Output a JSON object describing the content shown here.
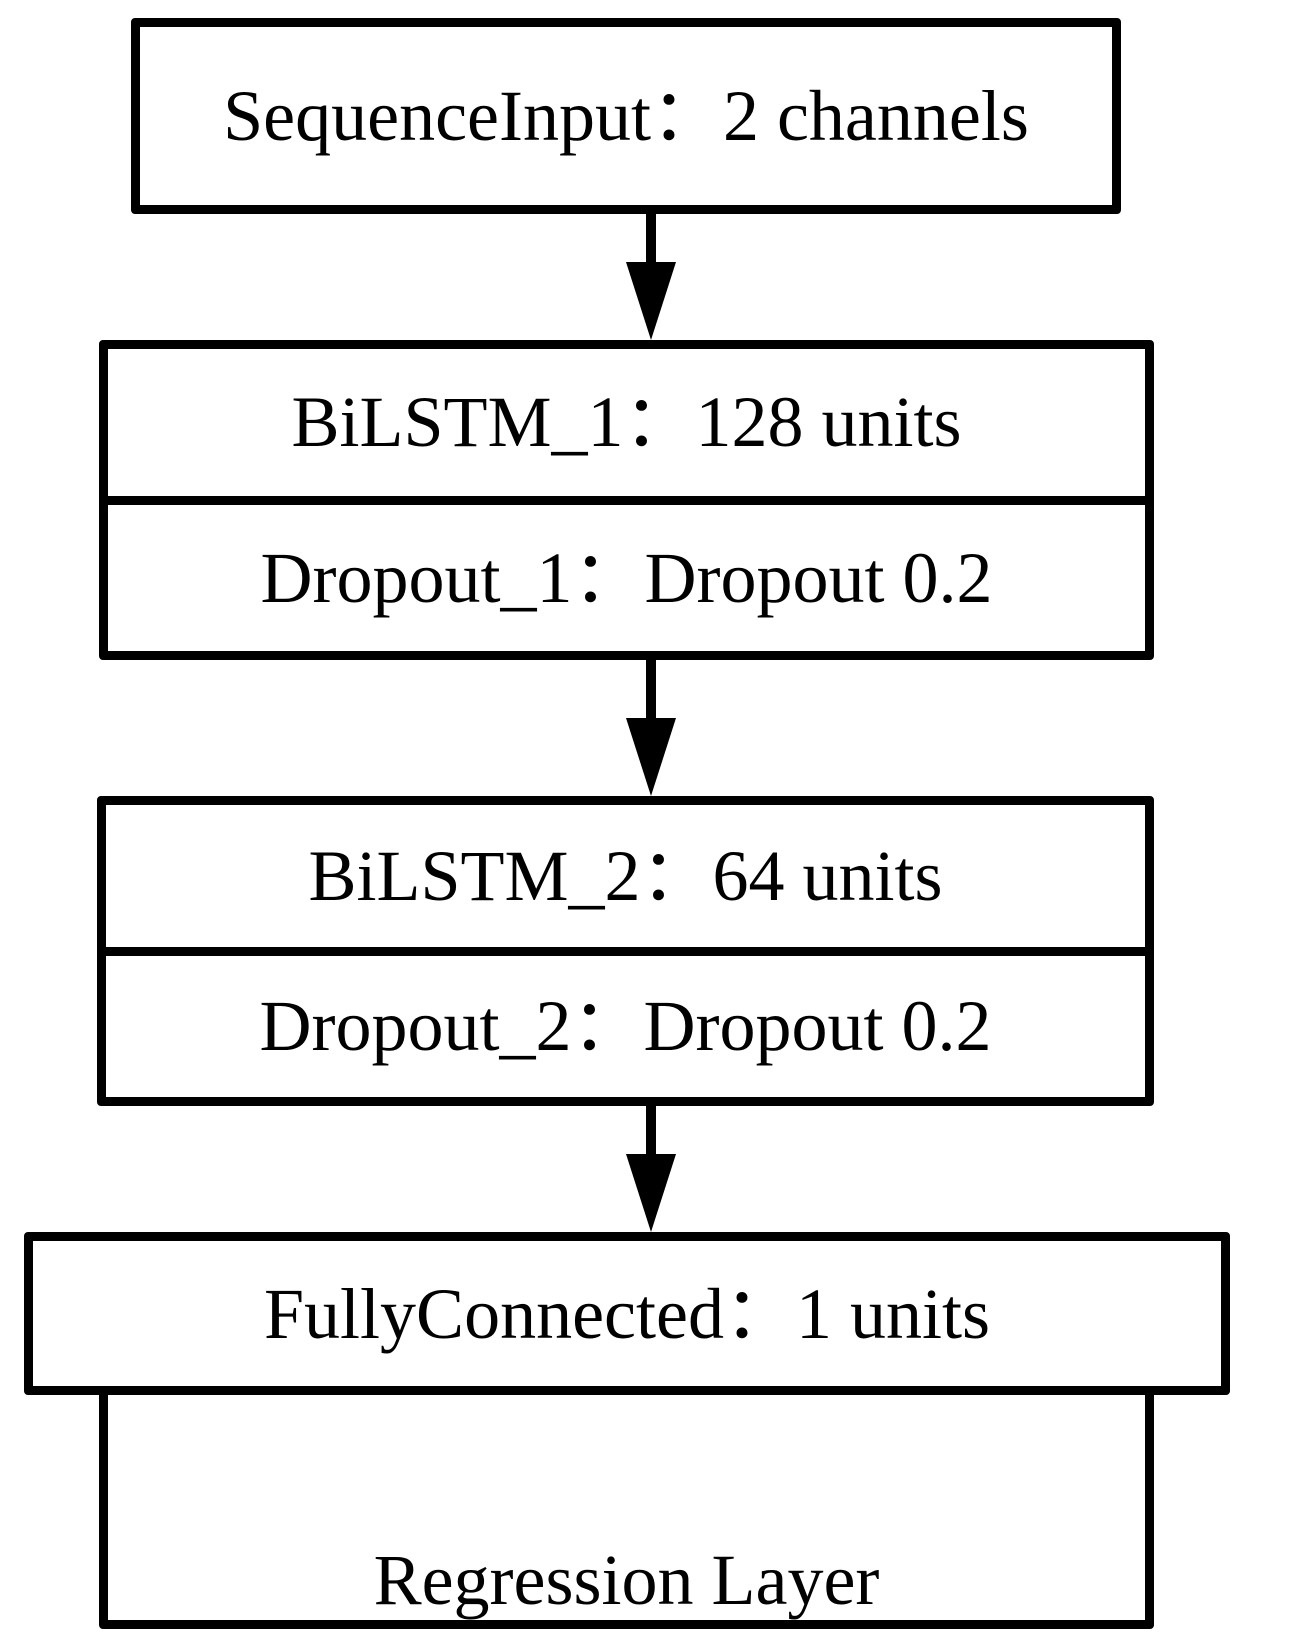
{
  "layers": {
    "input": "SequenceInput：2 channels",
    "bilstm1": "BiLSTM_1：128 units",
    "dropout1": "Dropout_1：Dropout 0.2",
    "bilstm2": "BiLSTM_2：64 units",
    "dropout2": "Dropout_2：Dropout 0.2",
    "fully_connected": "FullyConnected：1 units",
    "regression": "Regression Layer"
  }
}
